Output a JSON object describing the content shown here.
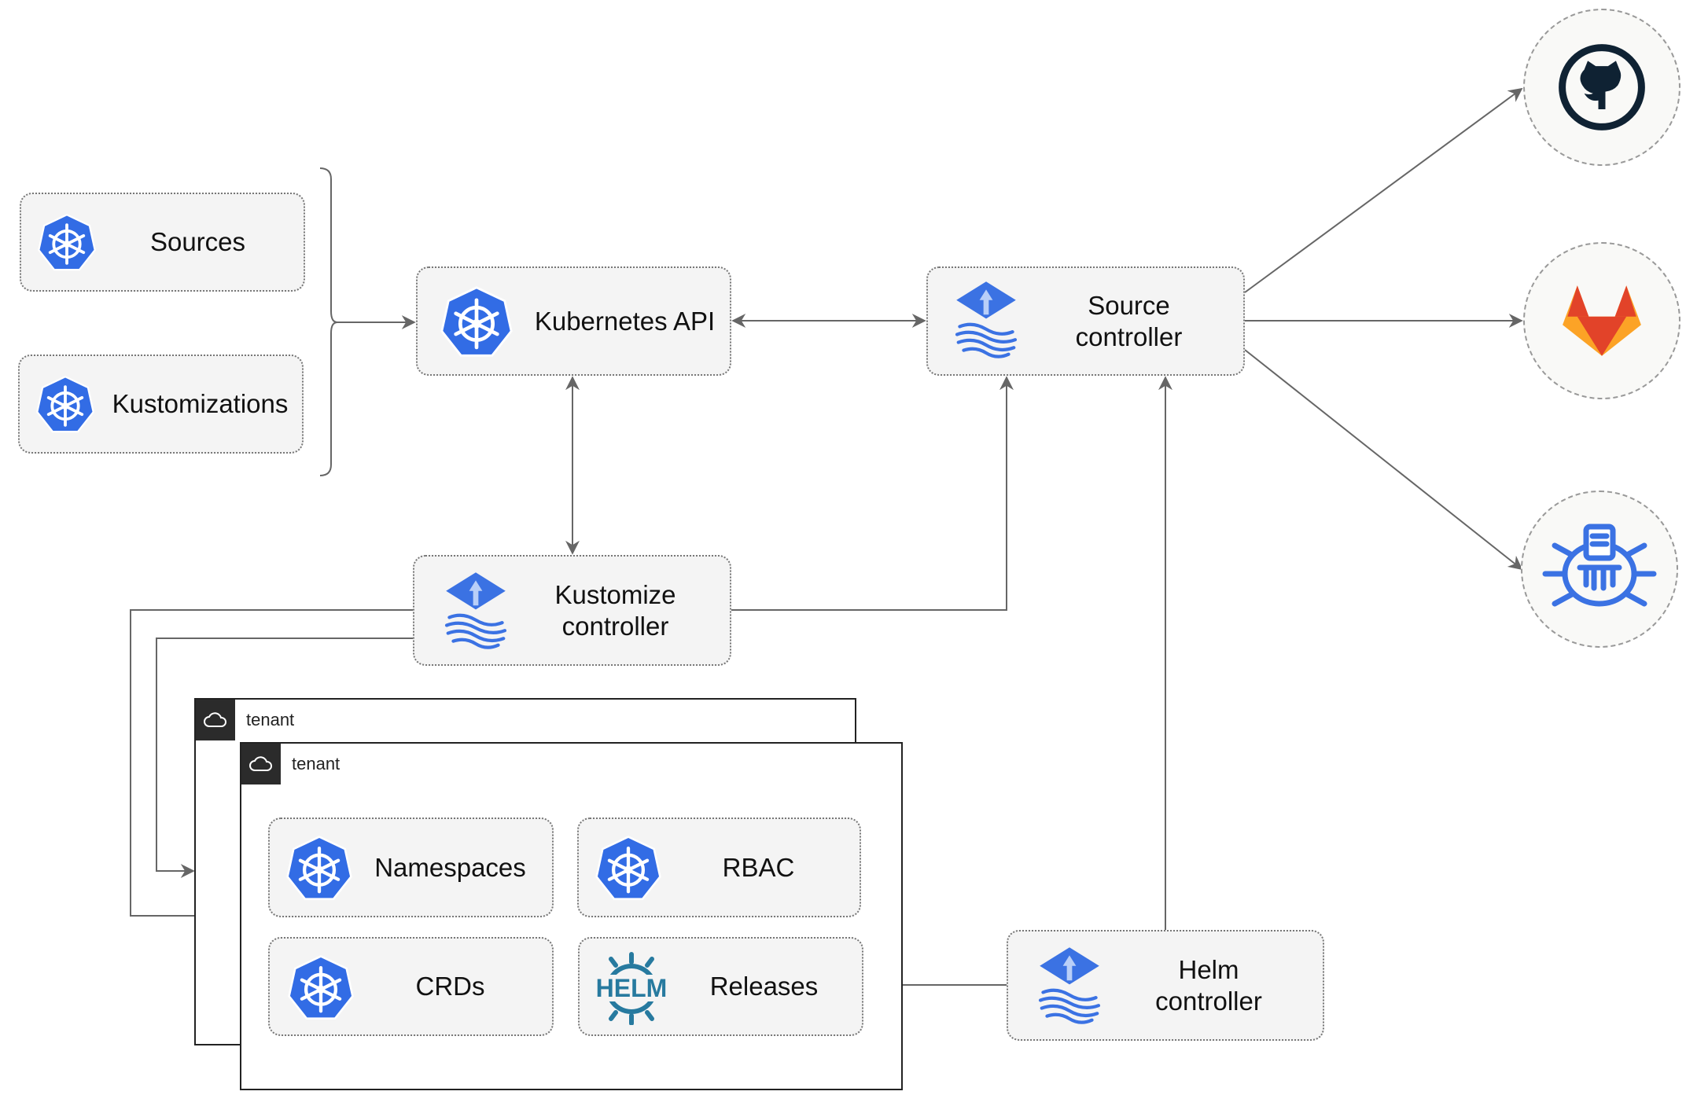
{
  "inputs": {
    "sources": "Sources",
    "kustomizations": "Kustomizations"
  },
  "nodes": {
    "kubernetes_api": "Kubernetes API",
    "source_controller": [
      "Source",
      "controller"
    ],
    "kustomize_controller": [
      "Kustomize",
      "controller"
    ],
    "helm_controller": [
      "Helm",
      "controller"
    ]
  },
  "tenants": [
    {
      "name": "tenant"
    },
    {
      "name": "tenant",
      "resources": [
        "Namespaces",
        "RBAC",
        "CRDs",
        "Releases"
      ]
    }
  ],
  "helm_logo_text": "HELM",
  "external_sources": [
    "github-icon",
    "gitlab-icon",
    "bucket-icon"
  ],
  "colors": {
    "k8s_blue": "#326ce5",
    "flux_blue": "#3b72e3",
    "box_fill": "#f4f4f4",
    "line": "#666666",
    "github": "#0f2233",
    "gitlab_red": "#e24329",
    "gitlab_orange": "#fca326",
    "helm": "#277a9f"
  }
}
